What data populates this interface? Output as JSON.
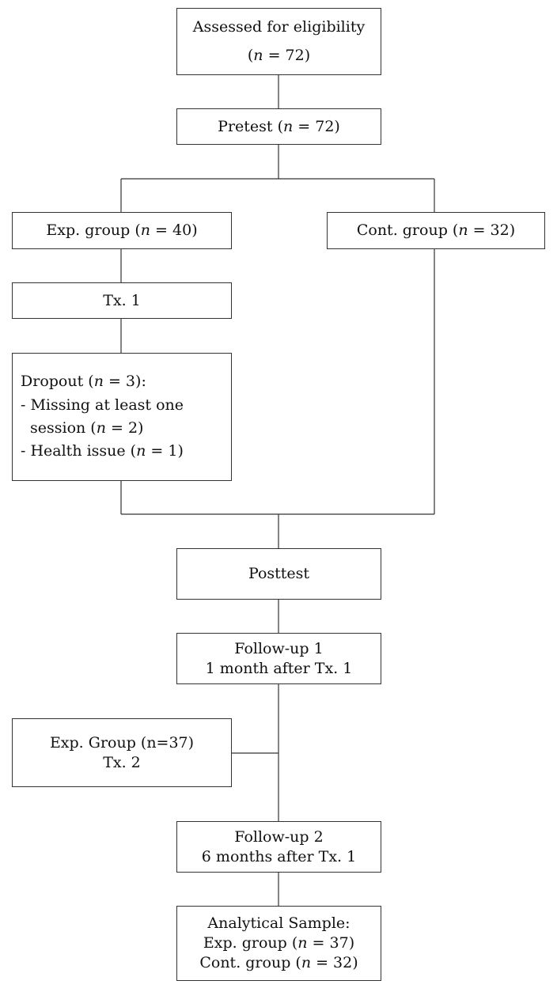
{
  "boxes": {
    "assessed": {
      "line1": "Assessed for eligibility",
      "n_label": "n",
      "n_rest": " = 72)",
      "paren": "("
    },
    "pretest": {
      "pre": "Pretest (",
      "n_label": "n",
      "rest": " = 72)"
    },
    "exp_group": {
      "pre": "Exp. group (",
      "n_label": "n",
      "rest": " = 40)"
    },
    "cont_group": {
      "pre": "Cont. group (",
      "n_label": "n",
      "rest": " = 32)"
    },
    "tx1": {
      "label": "Tx. 1"
    },
    "dropout": {
      "title_pre": "Dropout (",
      "title_n": "n",
      "title_rest": " = 3):",
      "item1_line1": "- Missing at least one",
      "item1_line2_pre": "session (",
      "item1_n": "n",
      "item1_rest": " = 2)",
      "item2_pre": "- Health issue (",
      "item2_n": "n",
      "item2_rest": " = 1)"
    },
    "posttest": {
      "label": "Posttest"
    },
    "followup1": {
      "line1": "Follow-up 1",
      "line2": "1 month after Tx. 1"
    },
    "exp_group_tx2": {
      "line1": "Exp. Group (n=37)",
      "line2": "Tx. 2"
    },
    "followup2": {
      "line1": "Follow-up 2",
      "line2": "6 months after Tx. 1"
    },
    "analytical": {
      "line1": "Analytical Sample:",
      "line2_pre": "Exp. group (",
      "line2_n": "n",
      "line2_rest": " = 37)",
      "line3_pre": "Cont. group (",
      "line3_n": "n",
      "line3_rest": " = 32)"
    }
  },
  "colors": {
    "border": "#333333",
    "line": "#333333",
    "background": "#ffffff"
  }
}
